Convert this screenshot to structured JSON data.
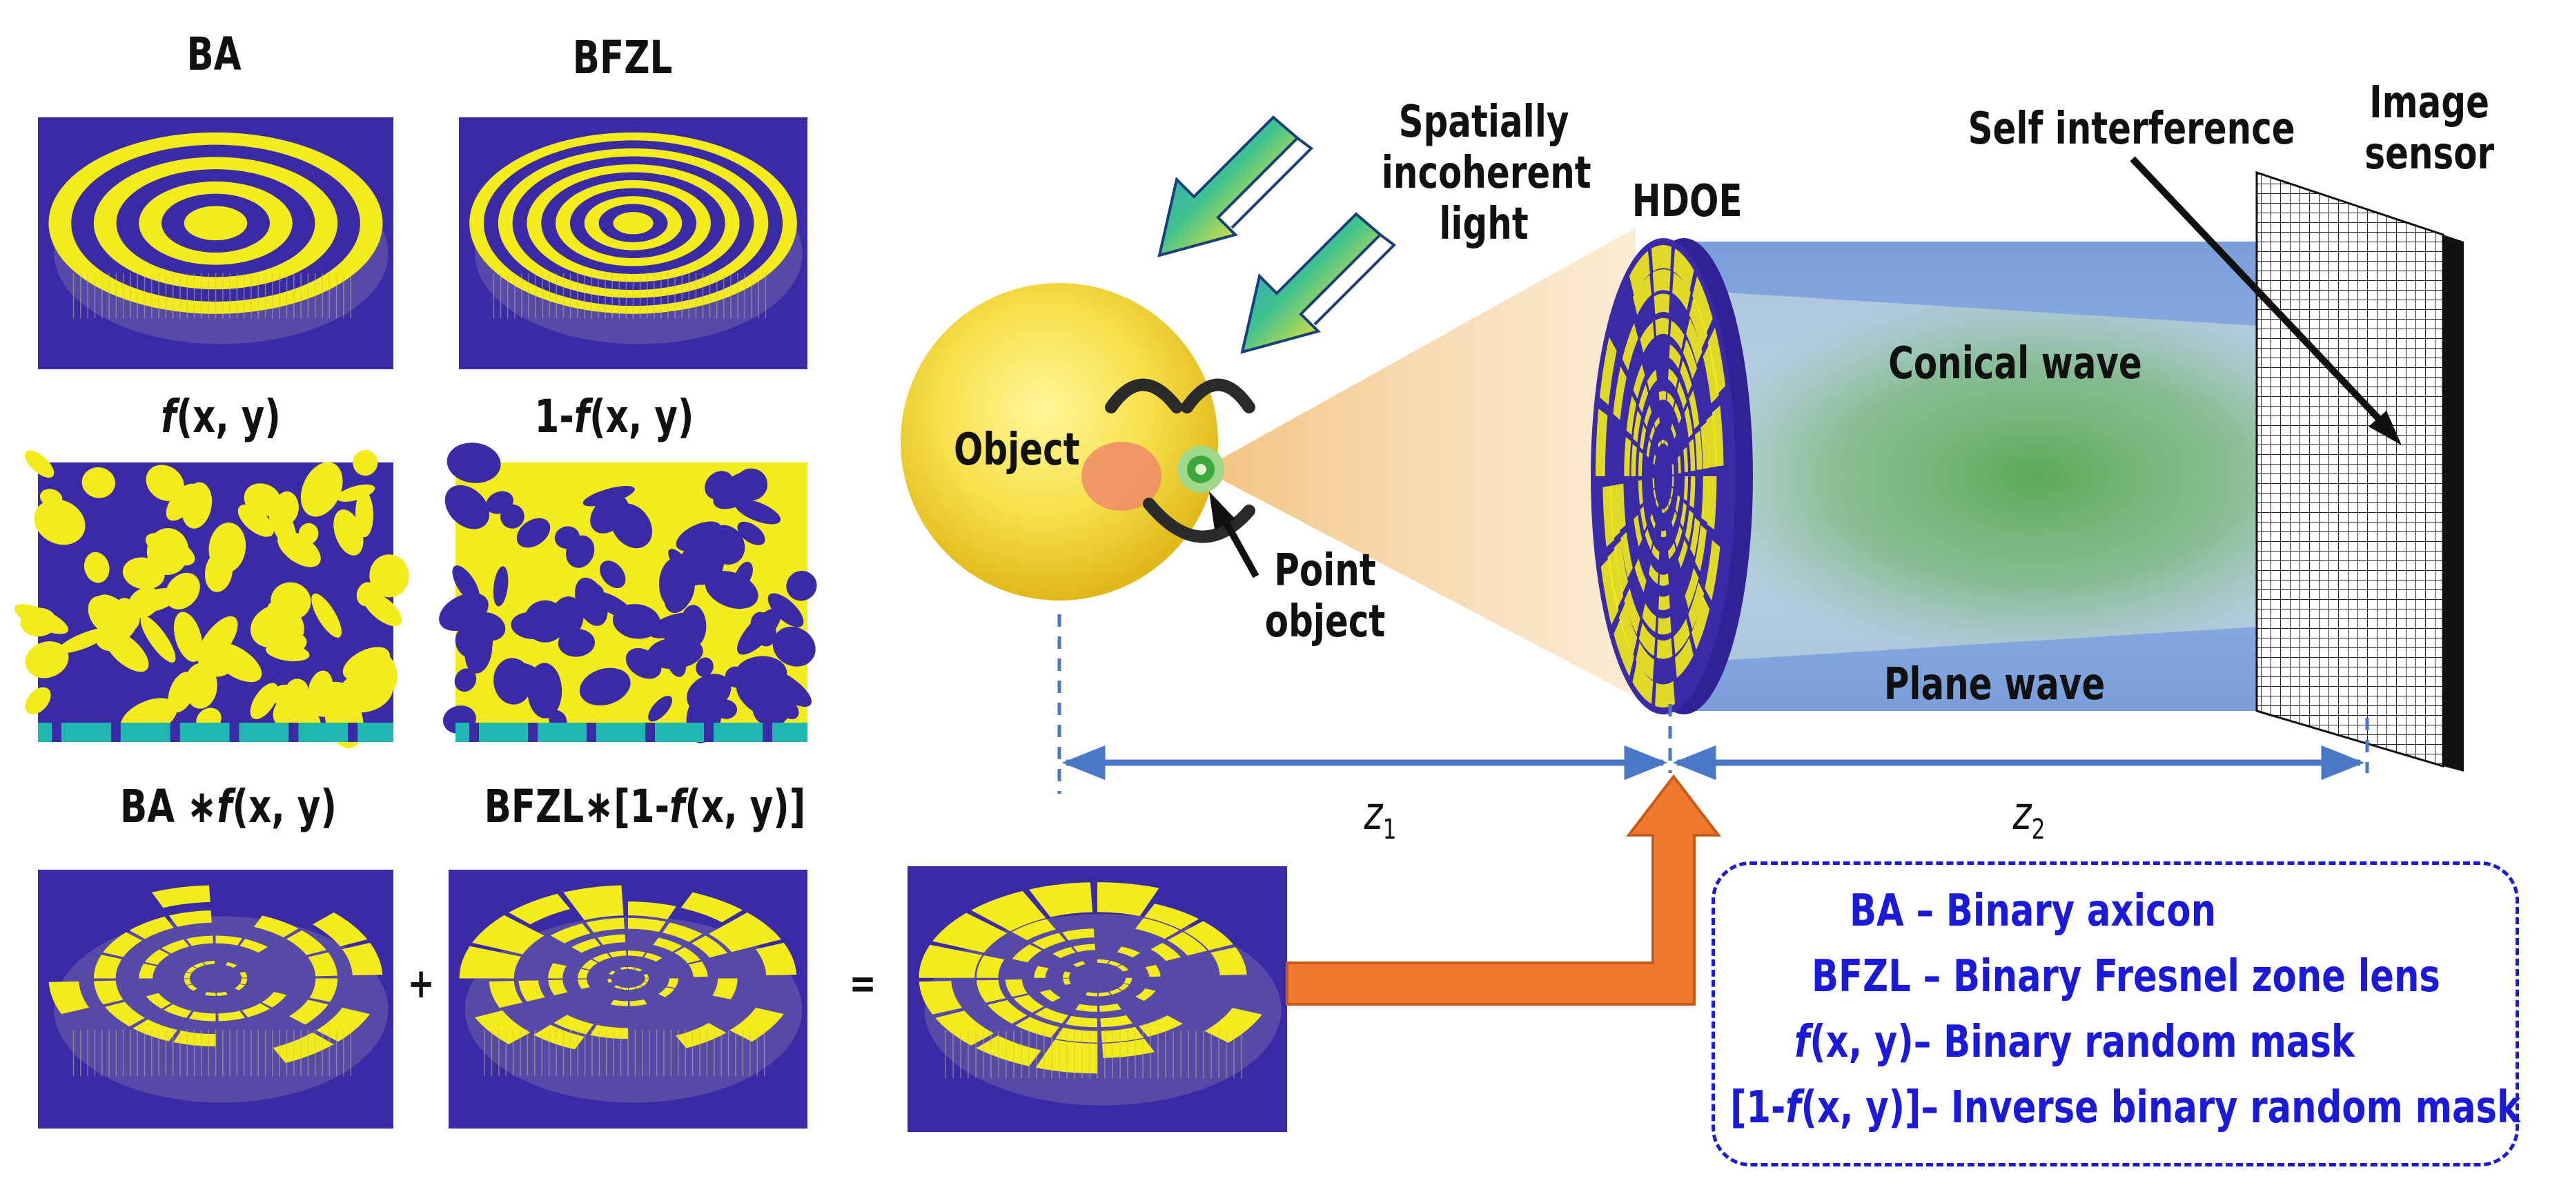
{
  "panels": {
    "ba": "BA",
    "bfzl": "BFZL",
    "f_main": "f",
    "f_args": "(x, y)",
    "onef_pre": "1-",
    "onef_main": "f",
    "onef_args": "(x, y)",
    "ba_f_pre": "BA ∗",
    "ba_f_main": "f",
    "ba_f_args": "(x, y)",
    "bfzl_pre": "BFZL∗[1-",
    "bfzl_main": "f",
    "bfzl_args": "(x, y)]",
    "plus": "+",
    "equals": "="
  },
  "setup": {
    "light": [
      "Spatially",
      "incoherent",
      "light"
    ],
    "object": "Object",
    "point": [
      "Point",
      "object"
    ],
    "hdoe": "HDOE",
    "self_interference": "Self interference",
    "sensor": [
      "Image",
      "sensor"
    ],
    "conical": "Conical wave",
    "plane": "Plane wave",
    "z1": "z",
    "z1_sub": "1",
    "z2": "z",
    "z2_sub": "2"
  },
  "legend": [
    {
      "term": "BA",
      "term_italic": "",
      "term_suffix": "",
      "desc": " – Binary axicon"
    },
    {
      "term": "BFZL",
      "term_italic": "",
      "term_suffix": "",
      "desc": " – Binary Fresnel zone lens"
    },
    {
      "term": "",
      "term_italic": "f",
      "term_suffix": "(x, y)",
      "desc": "– Binary random mask"
    },
    {
      "term": "[1-",
      "term_italic": "f",
      "term_suffix": "(x, y)]",
      "desc": "– Inverse binary random mask"
    }
  ],
  "colors": {
    "navy": "#3a2aa6",
    "yellow": "#f4ec1a",
    "teal": "#1fb8b0",
    "arrow_blue": "#4a78c6",
    "beam_blue": "#5b86cf",
    "arrow_orange": "#ef7a2e",
    "legend_blue": "#1a1ad8"
  }
}
